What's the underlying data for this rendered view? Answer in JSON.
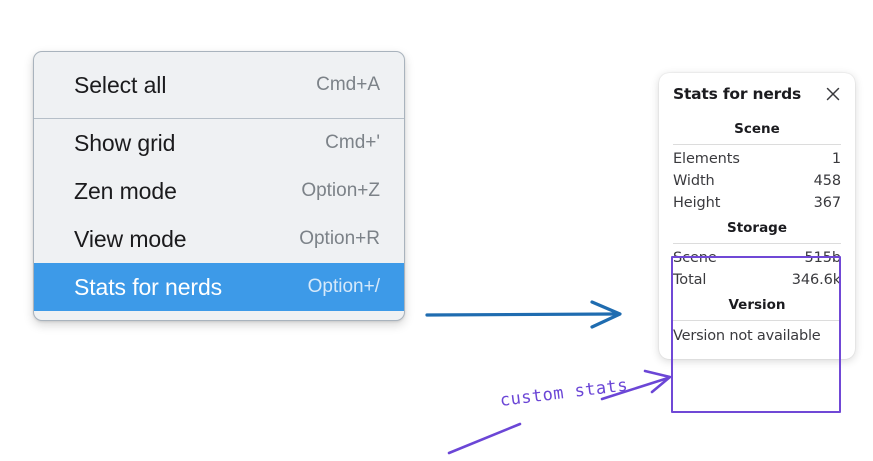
{
  "context_menu": {
    "groups": [
      {
        "items": [
          {
            "label": "Select all",
            "shortcut": "Cmd+A",
            "selected": false
          }
        ]
      },
      {
        "items": [
          {
            "label": "Show grid",
            "shortcut": "Cmd+'",
            "selected": false
          },
          {
            "label": "Zen mode",
            "shortcut": "Option+Z",
            "selected": false
          },
          {
            "label": "View mode",
            "shortcut": "Option+R",
            "selected": false
          },
          {
            "label": "Stats for nerds",
            "shortcut": "Option+/",
            "selected": true
          }
        ]
      }
    ],
    "highlight_color": "#3d9ae8",
    "background_color": "#eff1f3"
  },
  "stats_panel": {
    "title": "Stats for nerds",
    "close_icon": "close-icon",
    "sections": [
      {
        "heading": "Scene",
        "rows": [
          {
            "key": "Elements",
            "value": "1"
          },
          {
            "key": "Width",
            "value": "458"
          },
          {
            "key": "Height",
            "value": "367"
          }
        ]
      },
      {
        "heading": "Storage",
        "rows": [
          {
            "key": "Scene",
            "value": "515b"
          },
          {
            "key": "Total",
            "value": "346.6k"
          }
        ]
      },
      {
        "heading": "Version",
        "note": "Version not available",
        "rows": []
      }
    ]
  },
  "annotations": {
    "handwritten_label": "custom stats",
    "handwriting_color": "#6b46d6",
    "arrow_color": "#1f6cb0",
    "highlight_box_color": "#7048d6"
  }
}
